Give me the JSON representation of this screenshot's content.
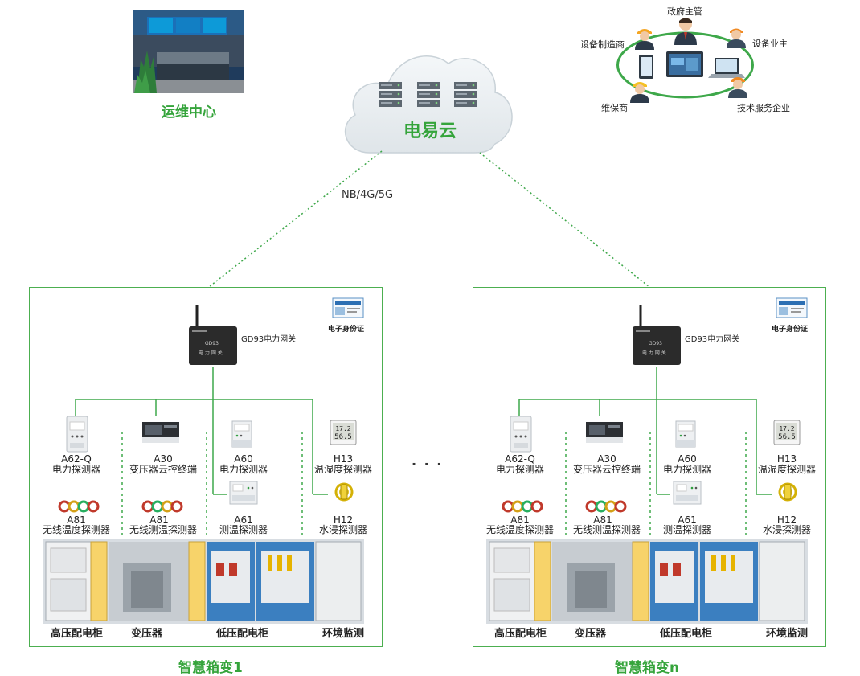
{
  "ops_center": {
    "label": "运维中心"
  },
  "cloud": {
    "label": "电易云"
  },
  "network": {
    "label": "NB/4G/5G"
  },
  "stakeholders": {
    "government": "政府主管",
    "manufacturer": "设备制造商",
    "owner": "设备业主",
    "maintainer": "维保商",
    "tech_service": "技术服务企业"
  },
  "ellipsis": "· · ·",
  "substations": [
    {
      "title": "智慧箱变1",
      "gateway": "GD93电力网关",
      "gateway_screen": [
        "GD93",
        "电 力 网 关"
      ],
      "id_card": "电子身份证",
      "devices": {
        "a62_code": "A62-Q",
        "a62_name": "电力探测器",
        "a30_code": "A30",
        "a30_name": "变压器云控终端",
        "a60_code": "A60",
        "a60_name": "电力探测器",
        "h13_code": "H13",
        "h13_name": "温湿度探测器",
        "a81a_code": "A81",
        "a81a_name": "无线温度探测器",
        "a81b_code": "A81",
        "a81b_name": "无线测温探测器",
        "a61_code": "A61",
        "a61_name": "测温探测器",
        "h12_code": "H12",
        "h12_name": "水浸探测器"
      },
      "cabinets": [
        "高压配电柜",
        "变压器",
        "低压配电柜",
        "环境监测"
      ]
    },
    {
      "title": "智慧箱变n",
      "gateway": "GD93电力网关",
      "gateway_screen": [
        "GD93",
        "电 力 网 关"
      ],
      "id_card": "电子身份证",
      "devices": {
        "a62_code": "A62-Q",
        "a62_name": "电力探测器",
        "a30_code": "A30",
        "a30_name": "变压器云控终端",
        "a60_code": "A60",
        "a60_name": "电力探测器",
        "h13_code": "H13",
        "h13_name": "温湿度探测器",
        "a81a_code": "A81",
        "a81a_name": "无线温度探测器",
        "a81b_code": "A81",
        "a81b_name": "无线测温探测器",
        "a61_code": "A61",
        "a61_name": "测温探测器",
        "h12_code": "H12",
        "h12_name": "水浸探测器"
      },
      "cabinets": [
        "高压配电柜",
        "变压器",
        "低压配电柜",
        "环境监测"
      ]
    }
  ],
  "colors": {
    "accent_green": "#35a43b",
    "line_green": "#4caf50",
    "cloud_fill": "#e9eef1"
  }
}
